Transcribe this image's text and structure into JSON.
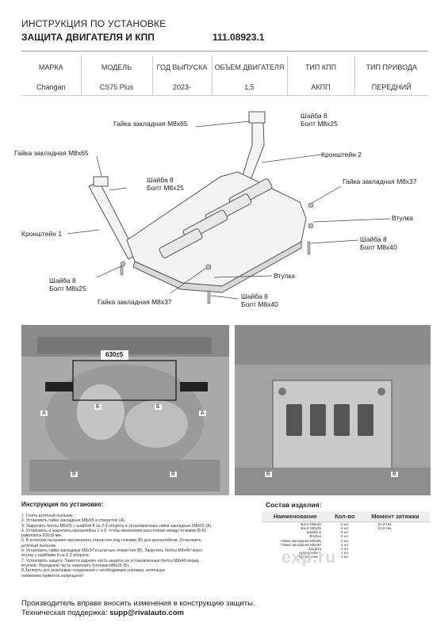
{
  "header": {
    "title": "ИНСТРУКЦИЯ ПО УСТАНОВКЕ",
    "subtitle": "ЗАЩИТА ДВИГАТЕЛЯ И КПП",
    "code": "111.08923.1"
  },
  "spec_table": {
    "headers": [
      "МАРКА",
      "МОДЕЛЬ",
      "ГОД ВЫПУСКА",
      "ОБЪЕМ ДВИГАТЕЛЯ",
      "ТИП КПП",
      "ТИП ПРИВОДА"
    ],
    "values": [
      "Changan",
      "CS75 Plus",
      "2023-",
      "1,5",
      "АКПП",
      "ПЕРЕДНИЙ"
    ]
  },
  "diagram": {
    "labels": {
      "nut_m8x65_top": "Гайка закладная М8х65",
      "washer_bolt_top_1": "Шайба 8",
      "washer_bolt_top_2": "Болт М8х25",
      "nut_m8x65_left": "Гайка закладная М8х65",
      "bracket_2": "Кронштейн 2",
      "washer_mid_1": "Шайба 8",
      "washer_mid_2": "Болт М8х25",
      "nut_m8x37_right": "Гайка закладная М8х37",
      "sleeve_right": "Втулка",
      "bracket_1": "Кронштейн 1",
      "washer_right_1": "Шайба 8",
      "washer_right_2": "Болт М8х40",
      "washer_left_1": "Шайба 8",
      "washer_left_2": "Болт М8х25",
      "sleeve_bottom": "Втулка",
      "nut_m8x37_bottom": "Гайка закладная М8х37",
      "washer_bottom_1": "Шайба 8",
      "washer_bottom_2": "Болт М8х40"
    }
  },
  "photos": {
    "dimension": "630±5",
    "markers_left": [
      "A",
      "Б",
      "Б",
      "A",
      "B",
      "B"
    ],
    "markers_right": [
      "B",
      "B"
    ]
  },
  "instructions": {
    "title": "Инструкция по установке:",
    "steps": [
      "1. Снять штатный пыльник.",
      "2. Установить гайки закладные М8х65 в отверстия (А).",
      "3. Закрепить болты М8х25 с шайбой 8 на 2-3 оборота в установленные гайки закладные М8х65 (А).",
      "4. Установить и закрепить кронштейны 1 и 2, чтобы межосевое расстояние между точками (Б-Б)",
      "равнялось 630±5 мм.",
      "5. В штатном пыльнике просверлить отверстия под точками (Б) для кронштейнов. Установить",
      "штатный пыльник.",
      "6. Установить гайки закладные М8х37 в штатные отверстия (В). Закрутить болты М8х40 через",
      "втулку с шайбами 8 на 2-3 оборота.",
      "7. Установить защиту. Завести заднюю часть защиты на установленные болты М8х40 перед",
      "втулкой. Переднюю часть закрепить болтами М8х25 (Б).",
      "8.Затянуть все резьбовые соединения с необходимым усилием, используя",
      "пневмоинструмента запрещено!"
    ]
  },
  "parts": {
    "title": "Состав изделия:",
    "headers": [
      "Наименование",
      "Кол-во",
      "Момент затяжки"
    ],
    "rows": [
      [
        "Болт М8х40",
        "2 шт",
        "24.0 Нм"
      ],
      [
        "Болт М8х25",
        "4 шт",
        "24.0 Нм"
      ],
      [
        "Шайба 8",
        "6 шт",
        ""
      ],
      [
        "Втулка",
        "2 шт",
        ""
      ],
      [
        "Гайка закладная М8х65",
        "2 шт",
        ""
      ],
      [
        "Гайка закладная М8х37",
        "2 шт",
        ""
      ],
      [
        "Защита",
        "1 шт",
        ""
      ],
      [
        "Кронштейн 1",
        "1 шт",
        ""
      ],
      [
        "Кронштейн 2",
        "1 шт",
        ""
      ]
    ]
  },
  "watermark": "exp.ru",
  "footer": {
    "line1": "Производитель вправе вносить изменения в конструкцию защиты.",
    "support_label": "Техническая поддержка:",
    "support_email": "supp@rivalauto.com"
  }
}
